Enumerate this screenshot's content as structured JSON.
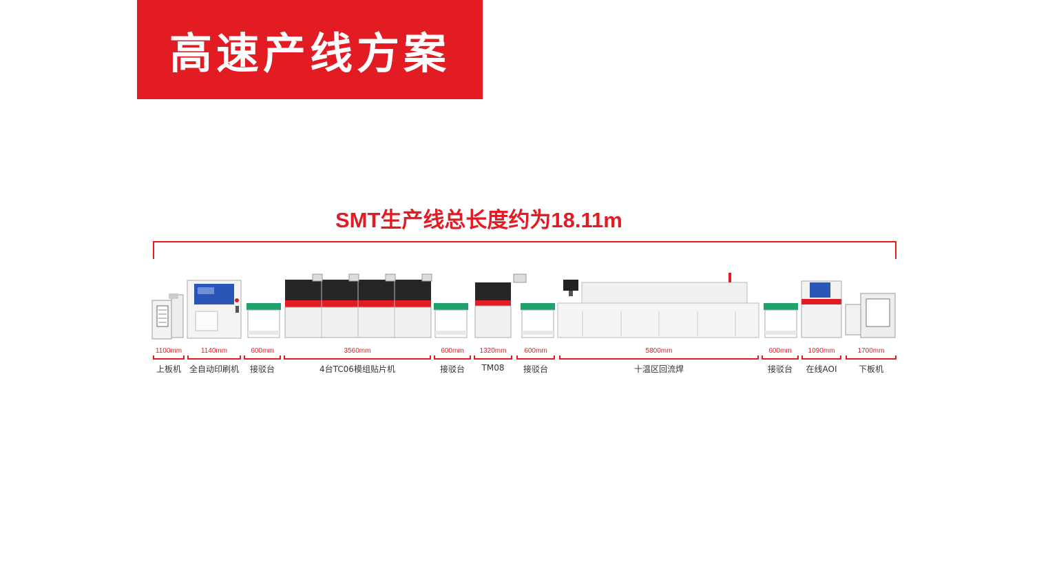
{
  "header": {
    "title": "高速产线方案"
  },
  "headline": "SMT生产线总长度约为18.11m",
  "colors": {
    "accent": "#e31b23",
    "label": "#333333"
  },
  "stations": [
    {
      "name": "上板机",
      "length": "1100mm",
      "icon": "loader-machine"
    },
    {
      "name": "全自动印刷机",
      "length": "1140mm",
      "icon": "stencil-printer"
    },
    {
      "name": "接驳台",
      "length": "600mm",
      "icon": "conveyor"
    },
    {
      "name": "4台TC06模组贴片机",
      "length": "3560mm",
      "icon": "pick-and-place-modules"
    },
    {
      "name": "接驳台",
      "length": "600mm",
      "icon": "conveyor"
    },
    {
      "name": "TM08",
      "length": "1320mm",
      "icon": "pick-and-place-machine"
    },
    {
      "name": "接驳台",
      "length": "600mm",
      "icon": "conveyor"
    },
    {
      "name": "十温区回流焊",
      "length": "5800mm",
      "icon": "reflow-oven"
    },
    {
      "name": "接驳台",
      "length": "600mm",
      "icon": "conveyor"
    },
    {
      "name": "在线AOI",
      "length": "1090mm",
      "icon": "aoi-machine"
    },
    {
      "name": "下板机",
      "length": "1700mm",
      "icon": "unloader-machine"
    }
  ]
}
